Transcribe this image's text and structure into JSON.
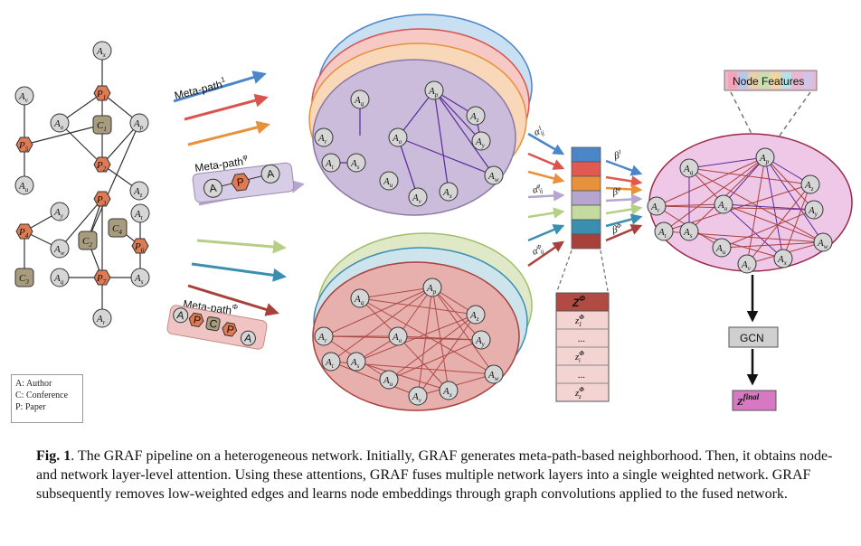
{
  "legend": {
    "a": "A: Author",
    "c": "C: Conference",
    "p": "P: Paper"
  },
  "labels": {
    "meta1": "Meta-path",
    "meta1_sup": "1",
    "metaphi": "Meta-path",
    "metaphi_sup": "φ",
    "metaPhi": "Meta-path",
    "metaPhi_sup": "Φ",
    "node_features": "Node Features",
    "gcn": "GCN",
    "zfinal": "Z",
    "zfinal_sup": "final",
    "zphi": "Z",
    "zphi_sup": "Φ",
    "z_entries": [
      "z",
      "...",
      "z",
      "...",
      "z"
    ],
    "z_entry_sups": [
      "Φ",
      "",
      "Φ",
      "",
      "Φ"
    ],
    "z_entry_subs": [
      "1",
      "",
      "i",
      "",
      "z"
    ],
    "alpha1": "α",
    "alphaphi": "α",
    "alphaPhi": "α",
    "beta1": "β",
    "betaphi": "β",
    "betaPhi": "β",
    "mp_small_A": "A",
    "mp_small_P": "P",
    "mp_small_C": "C"
  },
  "colors": {
    "paper": "#e07a52",
    "conference": "#a79c7e",
    "author": "#d6d6d6",
    "purple_layer": "#c7b6d8",
    "red_layer": "#e7b0ad",
    "fused": "#efc8e8",
    "zfinal": "#d779c2",
    "zphi_header": "#b24a44",
    "zphi_body": "#f4d4d2"
  },
  "caption": {
    "label": "Fig. 1",
    "text": ".  The GRAF pipeline on a heterogeneous network. Initially, GRAF generates meta-path-based neighborhood. Then, it obtains node- and network layer-level attention. Using these attentions, GRAF fuses multiple network layers into a single weighted network. GRAF subsequently removes low-weighted edges and learns node embeddings through graph convolutions applied to the fused network."
  }
}
